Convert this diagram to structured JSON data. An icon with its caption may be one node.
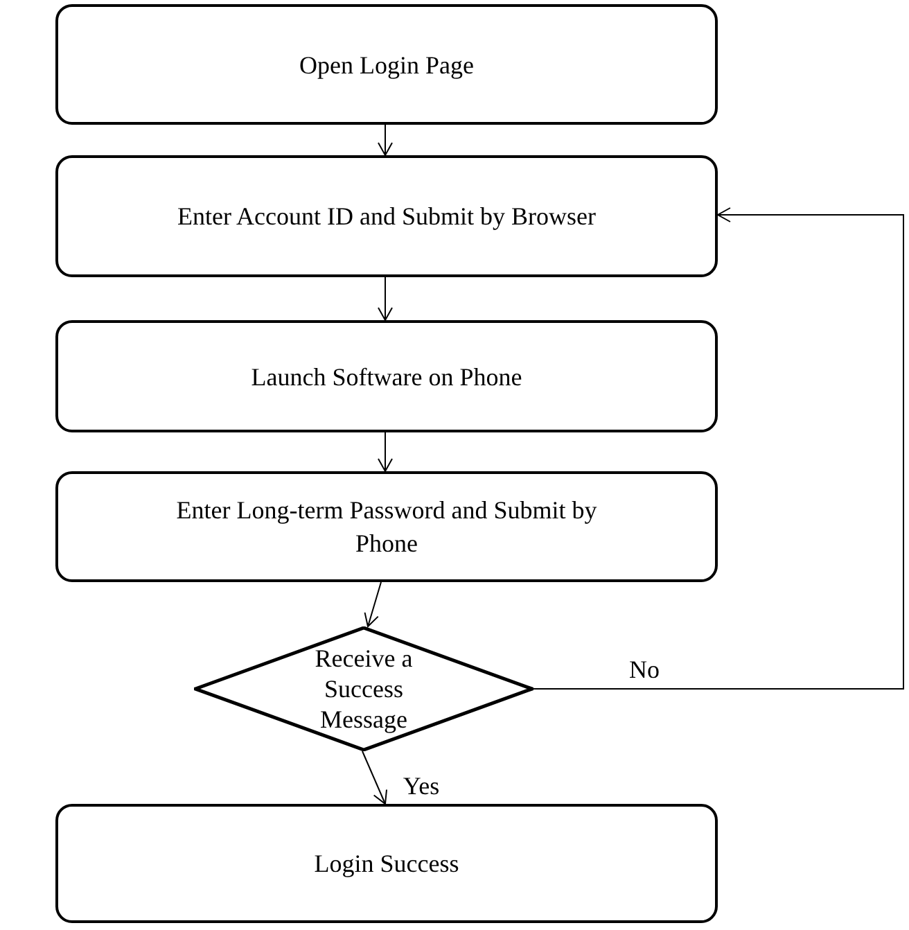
{
  "diagram": {
    "nodes": [
      {
        "text": [
          "Open Login Page"
        ]
      },
      {
        "text": [
          "Enter Account ID and Submit by Browser"
        ]
      },
      {
        "text": [
          "Launch Software on Phone"
        ]
      },
      {
        "text": [
          "Enter Long-term Password and Submit by Phone"
        ]
      },
      {
        "text": [
          "Receive a Success Message"
        ]
      },
      {
        "text": [
          "Login Success"
        ]
      }
    ],
    "edges": [
      {
        "from": 0,
        "to": 1,
        "arrow": "to"
      },
      {
        "from": 1,
        "to": 2,
        "arrow": "to"
      },
      {
        "from": 2,
        "to": 3,
        "arrow": "to"
      },
      {
        "from": 3,
        "to": 4,
        "arrow": "to"
      },
      {
        "from": 4,
        "to": 5,
        "arrow": "to",
        "label": "Yes"
      },
      {
        "from": 4,
        "to": 1,
        "arrow": "to",
        "label": "No"
      }
    ]
  }
}
